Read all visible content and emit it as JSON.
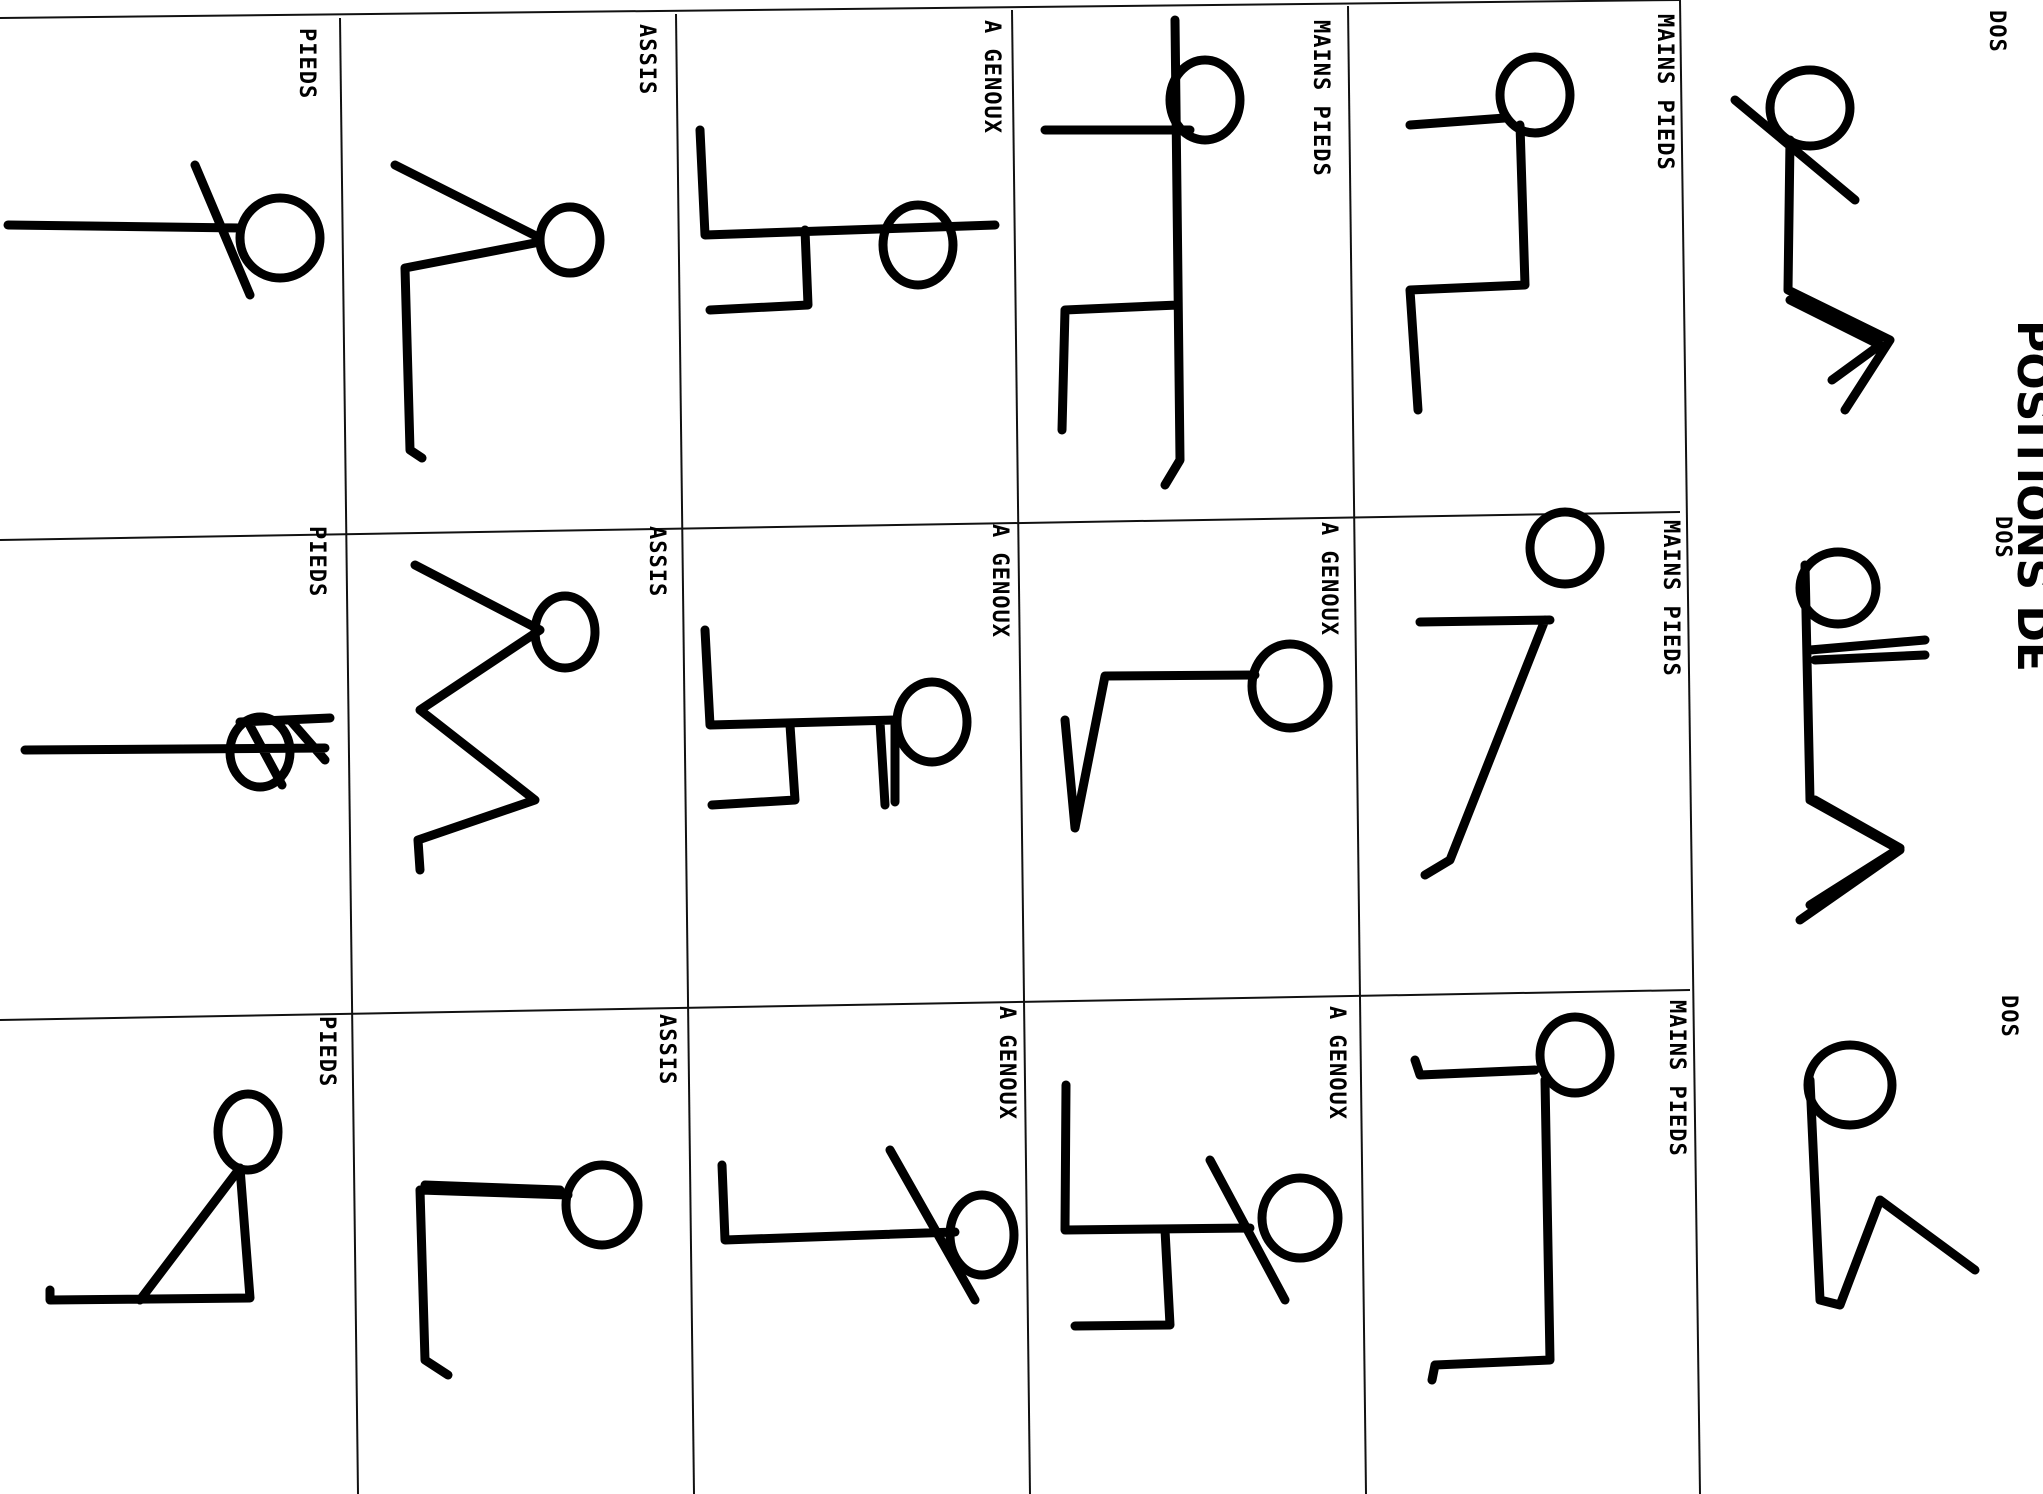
{
  "header": {
    "title": "POSITIONS DE"
  },
  "columns": [
    {
      "label": "DOS"
    },
    {
      "label": "MAINS PIEDS"
    },
    {
      "label": "MAINS PIEDS"
    },
    {
      "label": "A GENOUX"
    },
    {
      "label": "ASSIS"
    },
    {
      "label": "PIEDS"
    }
  ],
  "cells": [
    {
      "label": "DOS",
      "figure": "stick-figure-icon"
    },
    {
      "label": "DOS",
      "figure": "stick-figure-icon"
    },
    {
      "label": "DOS",
      "figure": "stick-figure-icon"
    },
    {
      "label": "MAINS PIEDS",
      "figure": "stick-figure-icon"
    },
    {
      "label": "MAINS PIEDS",
      "figure": "stick-figure-icon"
    },
    {
      "label": "MAINS PIEDS",
      "figure": "stick-figure-icon"
    },
    {
      "label": "MAINS PIEDS",
      "figure": "stick-figure-icon"
    },
    {
      "label": "A GENOUX",
      "figure": "stick-figure-icon"
    },
    {
      "label": "A GENOUX",
      "figure": "stick-figure-icon"
    },
    {
      "label": "A GENOUX",
      "figure": "stick-figure-icon"
    },
    {
      "label": "A GENOUX",
      "figure": "stick-figure-icon"
    },
    {
      "label": "A GENOUX",
      "figure": "stick-figure-icon"
    },
    {
      "label": "ASSIS",
      "figure": "stick-figure-icon"
    },
    {
      "label": "ASSIS",
      "figure": "stick-figure-icon"
    },
    {
      "label": "ASSIS",
      "figure": "stick-figure-icon"
    },
    {
      "label": "PIEDS",
      "figure": "stick-figure-icon"
    },
    {
      "label": "PIEDS",
      "figure": "stick-figure-icon"
    },
    {
      "label": "PIEDS",
      "figure": "stick-figure-icon"
    }
  ]
}
